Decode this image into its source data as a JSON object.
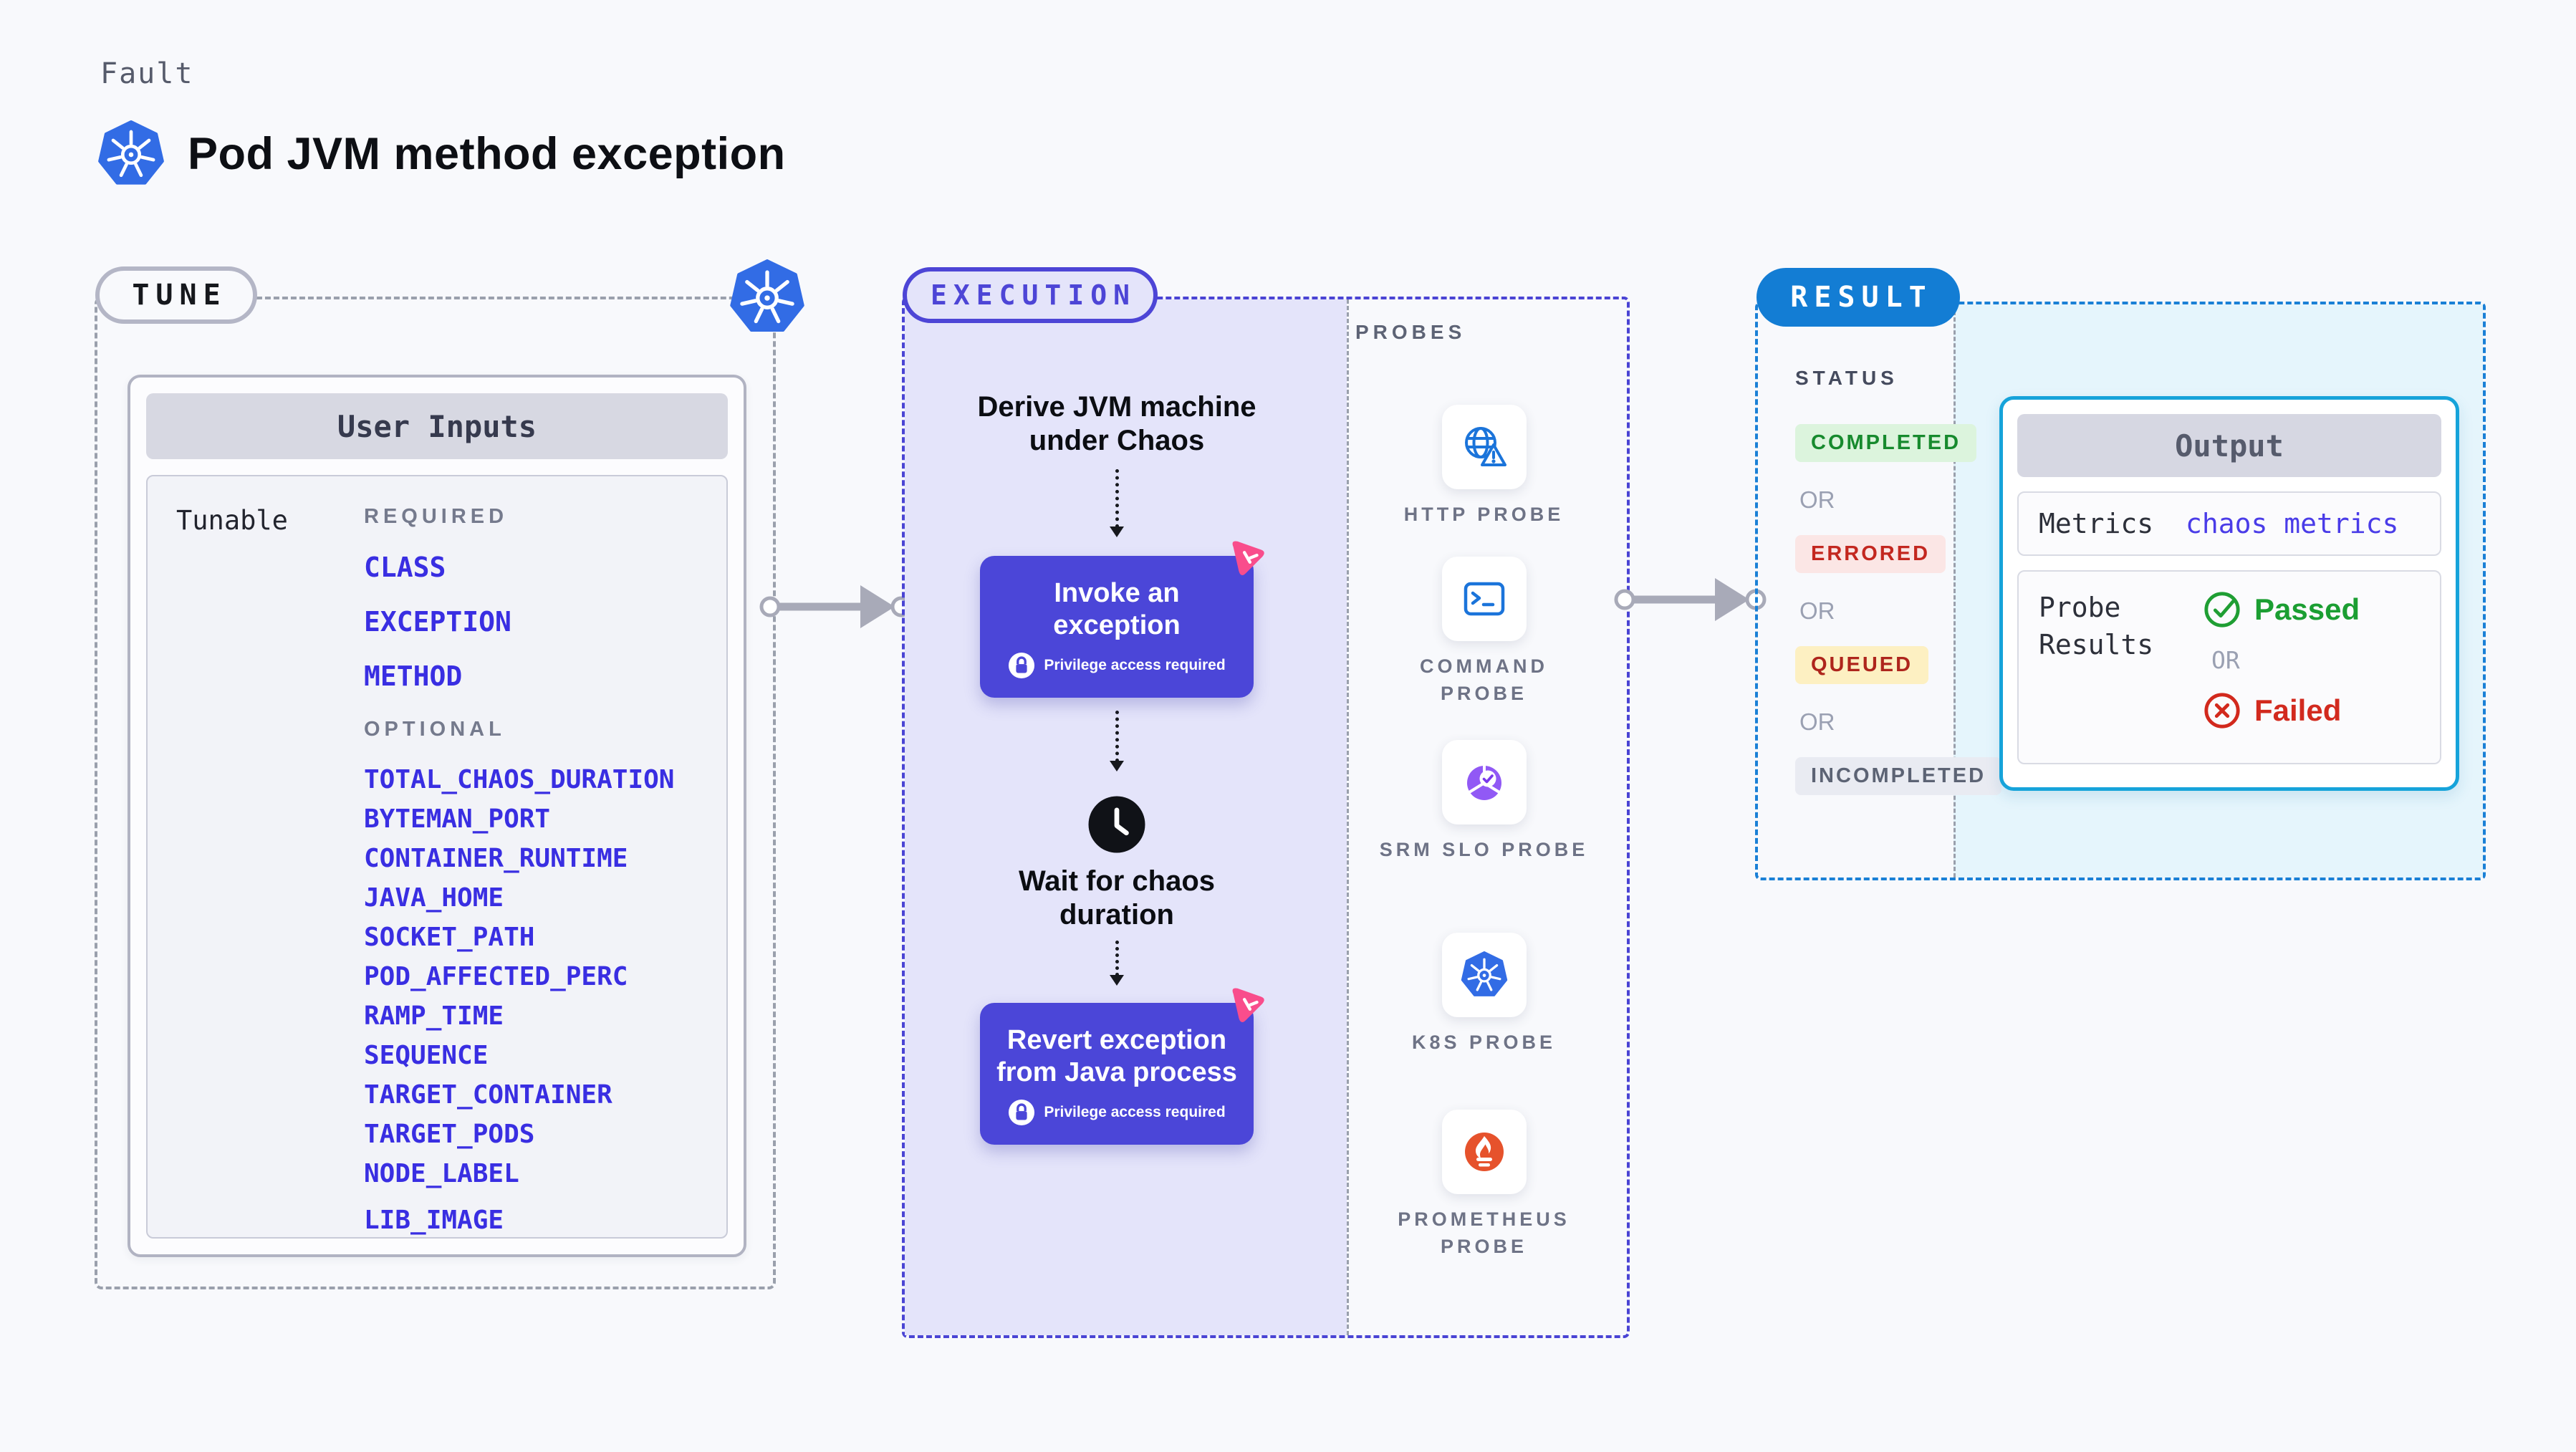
{
  "header": {
    "eyebrow": "Fault",
    "title": "Pod JVM method exception",
    "icon": "kubernetes-icon"
  },
  "tune": {
    "badge": "TUNE",
    "corner_icon": "kubernetes-icon",
    "user_inputs": {
      "title": "User Inputs",
      "row_label": "Tunable",
      "required_label": "REQUIRED",
      "required": [
        "CLASS",
        "EXCEPTION",
        "METHOD"
      ],
      "optional_label": "OPTIONAL",
      "optional": [
        "TOTAL_CHAOS_DURATION",
        "BYTEMAN_PORT",
        "CONTAINER_RUNTIME",
        "JAVA_HOME",
        "SOCKET_PATH",
        "POD_AFFECTED_PERC",
        "RAMP_TIME",
        "SEQUENCE",
        "TARGET_CONTAINER",
        "TARGET_PODS",
        "NODE_LABEL",
        "LIB_IMAGE"
      ]
    }
  },
  "execution": {
    "badge": "EXECUTION",
    "step1": "Derive JVM machine under Chaos",
    "invoke": {
      "label": "Invoke an exception",
      "note": "Privilege access required",
      "icon": "lock-icon"
    },
    "wait": "Wait for chaos duration",
    "wait_icon": "clock-icon",
    "revert": {
      "label": "Revert exception from Java process",
      "note": "Privilege access required",
      "icon": "lock-icon"
    }
  },
  "probes": {
    "heading": "PROBES",
    "items": [
      {
        "label": "HTTP PROBE",
        "icon": "http-probe-icon"
      },
      {
        "label": "COMMAND PROBE",
        "icon": "command-probe-icon"
      },
      {
        "label": "SRM SLO PROBE",
        "icon": "srm-slo-probe-icon"
      },
      {
        "label": "K8S PROBE",
        "icon": "k8s-probe-icon"
      },
      {
        "label": "PROMETHEUS PROBE",
        "icon": "prometheus-probe-icon"
      }
    ]
  },
  "result": {
    "badge": "RESULT",
    "status_label": "STATUS",
    "or_label": "OR",
    "statuses": [
      {
        "label": "COMPLETED",
        "text_color": "#178a2e",
        "bg_color": "#dcf4dd"
      },
      {
        "label": "ERRORED",
        "text_color": "#c3271f",
        "bg_color": "#fbe6e5"
      },
      {
        "label": "QUEUED",
        "text_color": "#ae251c",
        "bg_color": "#fdf0c2"
      },
      {
        "label": "INCOMPLETED",
        "text_color": "#5c6374",
        "bg_color": "#e9ebf2"
      }
    ],
    "output": {
      "title": "Output",
      "metrics_label": "Metrics",
      "metrics_value": "chaos metrics",
      "probe_results_label": "Probe Results",
      "passed": "Passed",
      "or_label": "OR",
      "failed": "Failed"
    }
  },
  "colors": {
    "page_background": "#f8f9fc",
    "accent_indigo": "#4b46d8",
    "execution_border": "#4a44d4",
    "execution_fill": "#e4e4fa",
    "result_blue": "#137dd4",
    "result_fill": "#e5f5fc",
    "output_border": "#16a3da",
    "kubernetes_blue": "#326ce5",
    "probe_icon_blue": "#1b74da",
    "prometheus_orange": "#e6522c",
    "srm_purple": "#9159f5",
    "litmus_pink": "#f94d8c",
    "input_variable_blue": "#392ee2",
    "passed_green": "#1f9e33",
    "failed_red": "#d2291d",
    "arrow_gray": "#a8aab8"
  }
}
